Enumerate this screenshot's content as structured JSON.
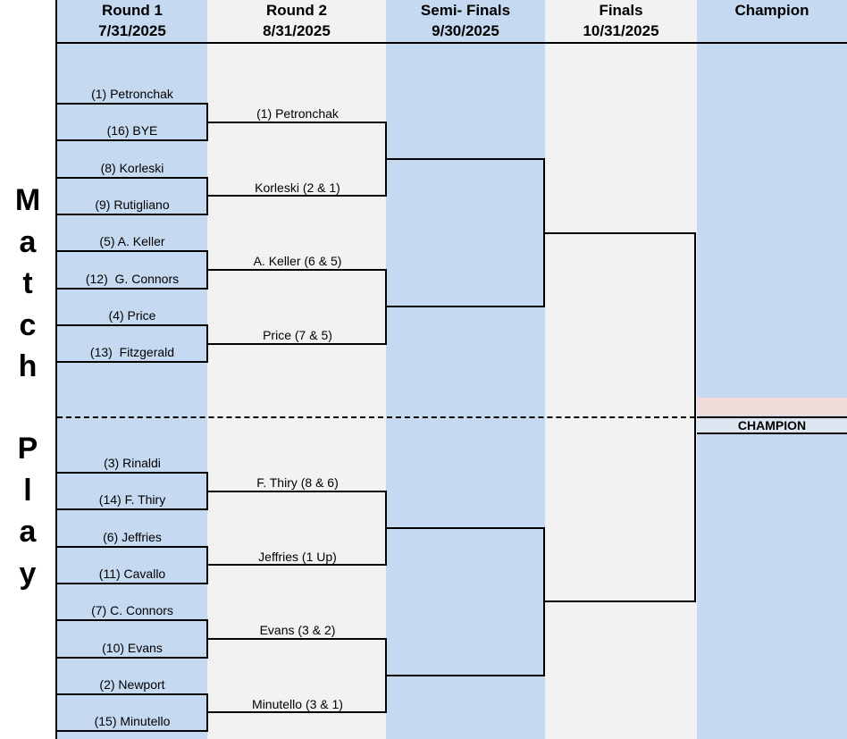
{
  "headers": [
    {
      "title": "Round 1",
      "date": "7/31/2025"
    },
    {
      "title": "Round 2",
      "date": "8/31/2025"
    },
    {
      "title": "Semi- Finals",
      "date": "9/30/2025"
    },
    {
      "title": "Finals",
      "date": "10/31/2025"
    },
    {
      "title": "Champion",
      "date": ""
    }
  ],
  "side_letters": [
    "M",
    "a",
    "t",
    "c",
    "h",
    "P",
    "l",
    "a",
    "y"
  ],
  "round1": [
    "(1) Petronchak",
    "(16) BYE",
    "(8) Korleski",
    "(9) Rutigliano",
    "(5) A. Keller",
    "(12)  G. Connors",
    "(4) Price",
    "(13)  Fitzgerald",
    "(3) Rinaldi",
    "(14) F. Thiry",
    "(6) Jeffries",
    "(11) Cavallo",
    "(7) C. Connors",
    "(10) Evans",
    "(2) Newport",
    "(15) Minutello"
  ],
  "round2": [
    "(1) Petronchak",
    "Korleski (2 & 1)",
    "A. Keller (6 & 5)",
    "Price (7 & 5)",
    "F. Thiry (8 & 6)",
    "Jeffries (1 Up)",
    "Evans (3 & 2)",
    "Minutello (3 & 1)"
  ],
  "champion_label": "CHAMPION",
  "colors": {
    "blue": "#c5d9f1",
    "grey": "#f2f2f2",
    "pink": "#f2dcdb"
  }
}
